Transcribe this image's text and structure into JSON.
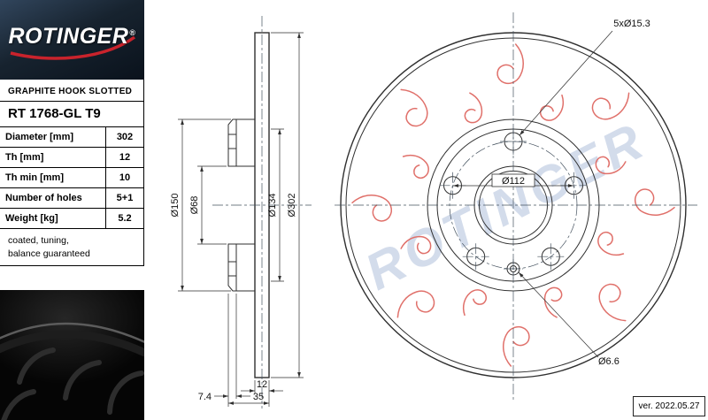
{
  "brand": {
    "logo_text": "ROTINGER",
    "registered_mark": "®",
    "tagline": "GRAPHITE HOOK SLOTTED",
    "accent_color": "#c9232c"
  },
  "product": {
    "code": "RT 1768-GL T9",
    "specs": [
      {
        "label": "Diameter [mm]",
        "value": "302"
      },
      {
        "label": "Th [mm]",
        "value": "12"
      },
      {
        "label": "Th min [mm]",
        "value": "10"
      },
      {
        "label": "Number of holes",
        "value": "5+1"
      },
      {
        "label": "Weight [kg]",
        "value": "5.2"
      }
    ],
    "note_lines": [
      "coated, tuning,",
      "balance guaranteed"
    ]
  },
  "drawing": {
    "watermark": "ROTINGER",
    "hook_color": "#e0706a",
    "version": "ver. 2022.05.27",
    "section": {
      "dia_outer": "Ø302",
      "dia_inner": "Ø134",
      "dia_hat": "Ø150",
      "dia_bore": "Ø68",
      "thickness": "12",
      "hat_depth": "7.4",
      "total_width": "35"
    },
    "front": {
      "bolt_holes": "5xØ15.3",
      "pcd": "Ø112",
      "pin_hole": "Ø6.6"
    }
  }
}
